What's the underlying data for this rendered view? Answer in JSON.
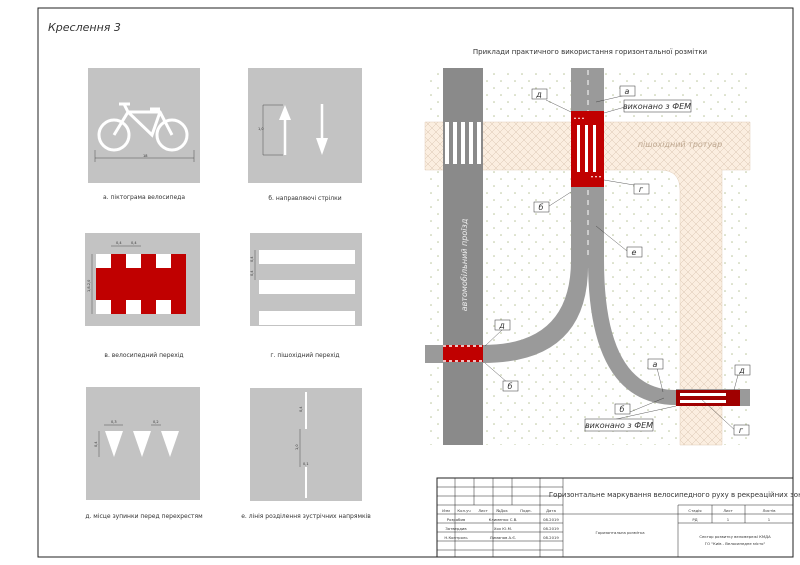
{
  "sheet_title": "Креслення 3",
  "panels": [
    {
      "caption": "а. піктограма велосипеда",
      "dims": [
        "18"
      ]
    },
    {
      "caption": "б. направляючі стрілки",
      "dims": [
        "1,0"
      ]
    },
    {
      "caption": "в. велосипедний перехід",
      "dims": [
        "0,4",
        "0,4",
        "1,8-2,0"
      ]
    },
    {
      "caption": "г. пішохідний перехід",
      "dims": [
        "0,4",
        "0,4"
      ]
    },
    {
      "caption": "д. місце зупинки перед перехрестям",
      "dims": [
        "0,3",
        "0,2",
        "0,4"
      ]
    },
    {
      "caption": "е. лінія розділення зустрічних напрямків",
      "dims": [
        "0,4",
        "1,0",
        "0,1"
      ]
    }
  ],
  "diagram": {
    "title": "Приклади практичного використання горизонтальної розмітки",
    "road_label": "автомобільний проїзд",
    "sidewalk_label": "пішохідний тротуар",
    "callouts": [
      "а",
      "д",
      "г",
      "б",
      "е",
      "д",
      "б",
      "а",
      "д",
      "б",
      "г"
    ],
    "fem_note": "виконано з ФЕМ",
    "colors": {
      "road": "#8a8a8a",
      "path": "#9a9a9a",
      "crossing": "#c00000",
      "sidewalk": "#fbeee0"
    }
  },
  "title_block": {
    "drawing_title": "Горизонтальне маркування велосипедного руху в рекреаційних зонах",
    "headers": [
      "Изм",
      "Кол.уч",
      "Лист",
      "№Док",
      "Подп.",
      "Дата"
    ],
    "rows": [
      {
        "role": "Розробив",
        "name": "Клименко С.В.",
        "date": "08.2019"
      },
      {
        "role": "Затвердив",
        "name": "Хох Ю.М.",
        "date": "08.2019"
      },
      {
        "role": "Н.Контроль",
        "name": "Лиманов А.Є.",
        "date": "08.2019"
      }
    ],
    "sheet_name": "Горизонтальна розмітка",
    "stage_headers": [
      "Стадія",
      "Лист",
      "Листів"
    ],
    "stage_values": [
      "РД",
      "1",
      "1"
    ],
    "organization": [
      "Сектор розвитку веломережі КМДА",
      "ГО \"Київ - Велосипедне місто\""
    ]
  }
}
